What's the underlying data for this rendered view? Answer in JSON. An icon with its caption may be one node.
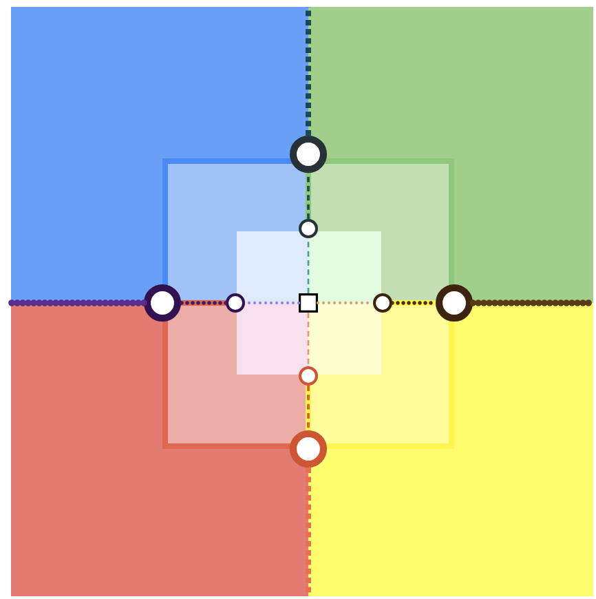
{
  "diagram": {
    "nodes": [
      {
        "text": [],
        "shape": "circle"
      },
      {
        "text": [],
        "shape": "circle"
      },
      {
        "text": [],
        "shape": "circle"
      },
      {
        "text": [],
        "shape": "circle"
      },
      {
        "text": [],
        "shape": "box"
      },
      {
        "text": [],
        "shape": "circle"
      },
      {
        "text": [],
        "shape": "circle"
      },
      {
        "text": [],
        "shape": "circle"
      },
      {
        "text": [],
        "shape": "circle"
      }
    ],
    "edges": [
      {
        "from": 4,
        "to": 1,
        "arrow": "none",
        "style": "dashed",
        "color": "#3fa48e"
      },
      {
        "from": 1,
        "to": 0,
        "arrow": "none",
        "style": "dashed",
        "color": "#1f4b5a"
      },
      {
        "from": 0,
        "to": null,
        "arrow": "none",
        "style": "dashed",
        "color": "#1a4a55"
      },
      {
        "from": 4,
        "to": 3,
        "arrow": "none",
        "color": "#9a82e6"
      },
      {
        "from": 3,
        "to": 2,
        "arrow": "none",
        "color": "#3b1a6b"
      },
      {
        "from": 2,
        "to": null,
        "arrow": "none",
        "color": "#5b2b8c"
      },
      {
        "from": 4,
        "to": 5,
        "arrow": "none",
        "color": "#d4a576"
      },
      {
        "from": 5,
        "to": 6,
        "arrow": "none",
        "color": "#4a2a10"
      },
      {
        "from": 6,
        "to": null,
        "arrow": "none",
        "color": "#5a3a10"
      },
      {
        "from": 4,
        "to": 7,
        "arrow": "none",
        "style": "dashed",
        "color": "#ec9676"
      },
      {
        "from": 7,
        "to": 8,
        "arrow": "none",
        "style": "dashed",
        "color": "#d26040"
      },
      {
        "from": 8,
        "to": null,
        "arrow": "none",
        "style": "dashed",
        "color": "#e57350"
      }
    ]
  }
}
